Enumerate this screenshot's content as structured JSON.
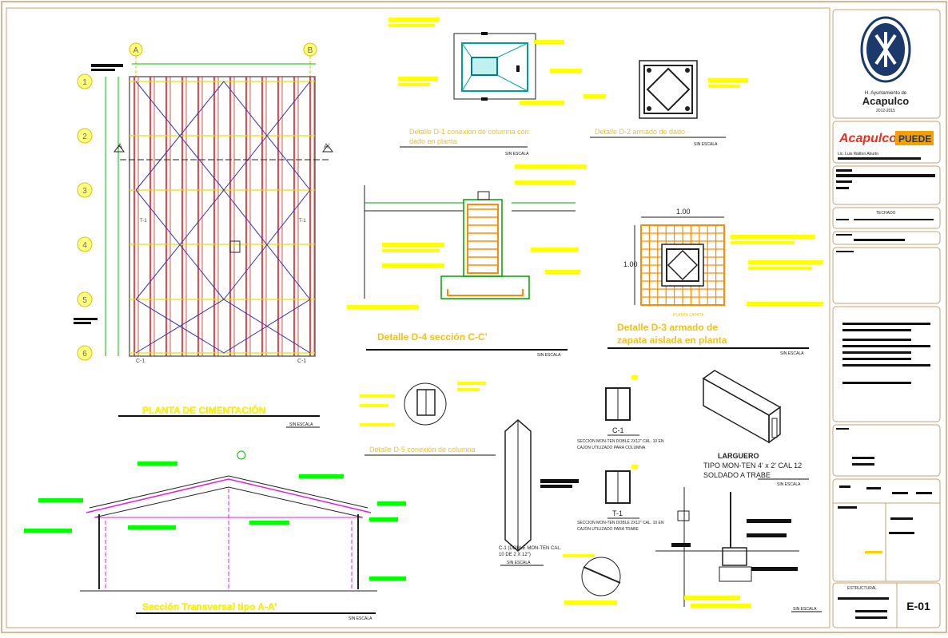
{
  "plan": {
    "axis_labels": [
      "A",
      "B"
    ],
    "row_labels": [
      "1",
      "2",
      "3",
      "4",
      "5",
      "6"
    ],
    "section_marks": [
      "A",
      "A'"
    ],
    "column_tags": [
      "C-1",
      "T-1"
    ],
    "title": "PLANTA DE CIMENTACIÓN",
    "scale": "SIN ESCALA"
  },
  "details": {
    "d1_title_line1": "Detalle D-1 conexión de columna con",
    "d1_title_line2": "dado en planta",
    "d2_title": "Detalle D-2 armado de dado",
    "d3_title_line1": "Detalle D-3 armado de",
    "d3_title_line2": "zapata aislada en planta",
    "d3_dim_width": "1.00",
    "d3_dim_height": "1.00",
    "d3_caption": "PLANTA ZAPATA",
    "d4_title": "Detalle D-4 sección C-C'",
    "d5_title": "Detalle D-5 conexión de columna",
    "scale": "SIN ESCALA"
  },
  "sections": {
    "transversal_title": "Sección Transversal tipo A-A'",
    "scale": "SIN ESCALA"
  },
  "members": {
    "c1_tag": "C-1",
    "c1_desc_line1": "SECCION MON-TEN DOBLE 2X12\" CAL. 10 EN",
    "c1_desc_line2": "CAJON UTILIZADO PARA COLUMNA",
    "t1_tag": "T-1",
    "t1_desc_line1": "SECCION MON-TEN DOBLE 2X12\" CAL. 10 EN",
    "t1_desc_line2": "CAJON UTILIZADO PARA TRABE",
    "c1_side_line1": "C-1 (DOBLE MON-TEN CAL.",
    "c1_side_line2": "10 DE 2 X 12\")",
    "larguero_title": "LARGUERO",
    "larguero_line1": "TIPO MON-TEN 4' x 2' CAL 12",
    "larguero_line2": "SOLDADO A TRABE",
    "scale": "SIN ESCALA"
  },
  "title_block": {
    "org_line1": "H. Ayuntamiento de",
    "org_name": "Acapulco",
    "org_years": "2012-2015",
    "brand_left": "Acapulco",
    "brand_right": "PUEDE",
    "mayor": "Lic. Luis Walton Aburto",
    "techado": "TECHADO",
    "estructural": "ESTRUCTURAL",
    "sheet_number": "E-01"
  },
  "colors": {
    "border": "#c8a070",
    "grid_red": "#e02020",
    "grid_blue": "#3030c0",
    "yellow": "#ffff00",
    "green": "#00ff00",
    "orange": "#ff8c00",
    "magenta": "#e020e0",
    "gold_label": "#f0c020",
    "navy": "#1b3a6b"
  }
}
